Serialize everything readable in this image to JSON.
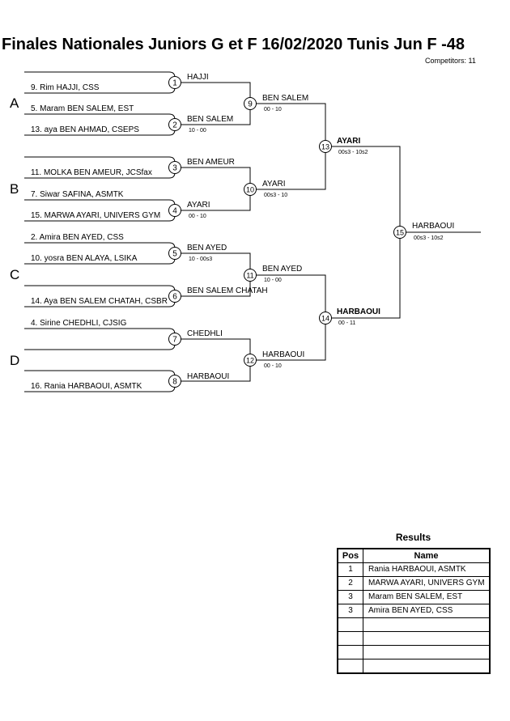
{
  "header": {
    "title": "Finales Nationales Juniors G et F  16/02/2020  Tunis   Jun F -48",
    "competitors": "Competitors: 11"
  },
  "pools": [
    "A",
    "B",
    "C",
    "D"
  ],
  "entries": [
    "9. Rim HAJJI, CSS",
    "5. Maram BEN SALEM, EST",
    "13. aya BEN AHMAD, CSEPS",
    "11. MOLKA BEN AMEUR, JCSfax",
    "7. Siwar SAFINA, ASMTK",
    "15. MARWA AYARI, UNIVERS GYM",
    "2. Amira BEN AYED, CSS",
    "10. yosra BEN ALAYA, LSIKA",
    "14. Aya BEN SALEM CHATAH, CSBR",
    "4. Sirine CHEDHLI, CJSIG",
    "16. Rania HARBAOUI, ASMTK"
  ],
  "matches": [
    {
      "no": "1",
      "winner": "HAJJI",
      "score": ""
    },
    {
      "no": "2",
      "winner": "BEN SALEM",
      "score": "10 - 00"
    },
    {
      "no": "3",
      "winner": "BEN AMEUR",
      "score": ""
    },
    {
      "no": "4",
      "winner": "AYARI",
      "score": "00 - 10"
    },
    {
      "no": "5",
      "winner": "BEN AYED",
      "score": "10 - 00s3"
    },
    {
      "no": "6",
      "winner": "BEN SALEM CHATAH",
      "score": ""
    },
    {
      "no": "7",
      "winner": "CHEDHLI",
      "score": ""
    },
    {
      "no": "8",
      "winner": "HARBAOUI",
      "score": ""
    },
    {
      "no": "9",
      "winner": "BEN SALEM",
      "score": "00 - 10"
    },
    {
      "no": "10",
      "winner": "AYARI",
      "score": "00s3 - 10"
    },
    {
      "no": "11",
      "winner": "BEN AYED",
      "score": "10 - 00"
    },
    {
      "no": "12",
      "winner": "HARBAOUI",
      "score": "00 - 10"
    },
    {
      "no": "13",
      "winner": "AYARI",
      "score": "00s3 - 10s2"
    },
    {
      "no": "14",
      "winner": "HARBAOUI",
      "score": "00 - 11"
    },
    {
      "no": "15",
      "winner": "HARBAOUI",
      "score": "00s3 - 10s2"
    }
  ],
  "results": {
    "title": "Results",
    "col_pos": "Pos",
    "col_name": "Name",
    "rows": [
      {
        "pos": "1",
        "name": "Rania HARBAOUI, ASMTK"
      },
      {
        "pos": "2",
        "name": "MARWA AYARI, UNIVERS GYM"
      },
      {
        "pos": "3",
        "name": "Maram BEN SALEM, EST"
      },
      {
        "pos": "3",
        "name": "Amira BEN AYED, CSS"
      },
      {
        "pos": "",
        "name": ""
      },
      {
        "pos": "",
        "name": ""
      },
      {
        "pos": "",
        "name": ""
      },
      {
        "pos": "",
        "name": ""
      }
    ]
  }
}
